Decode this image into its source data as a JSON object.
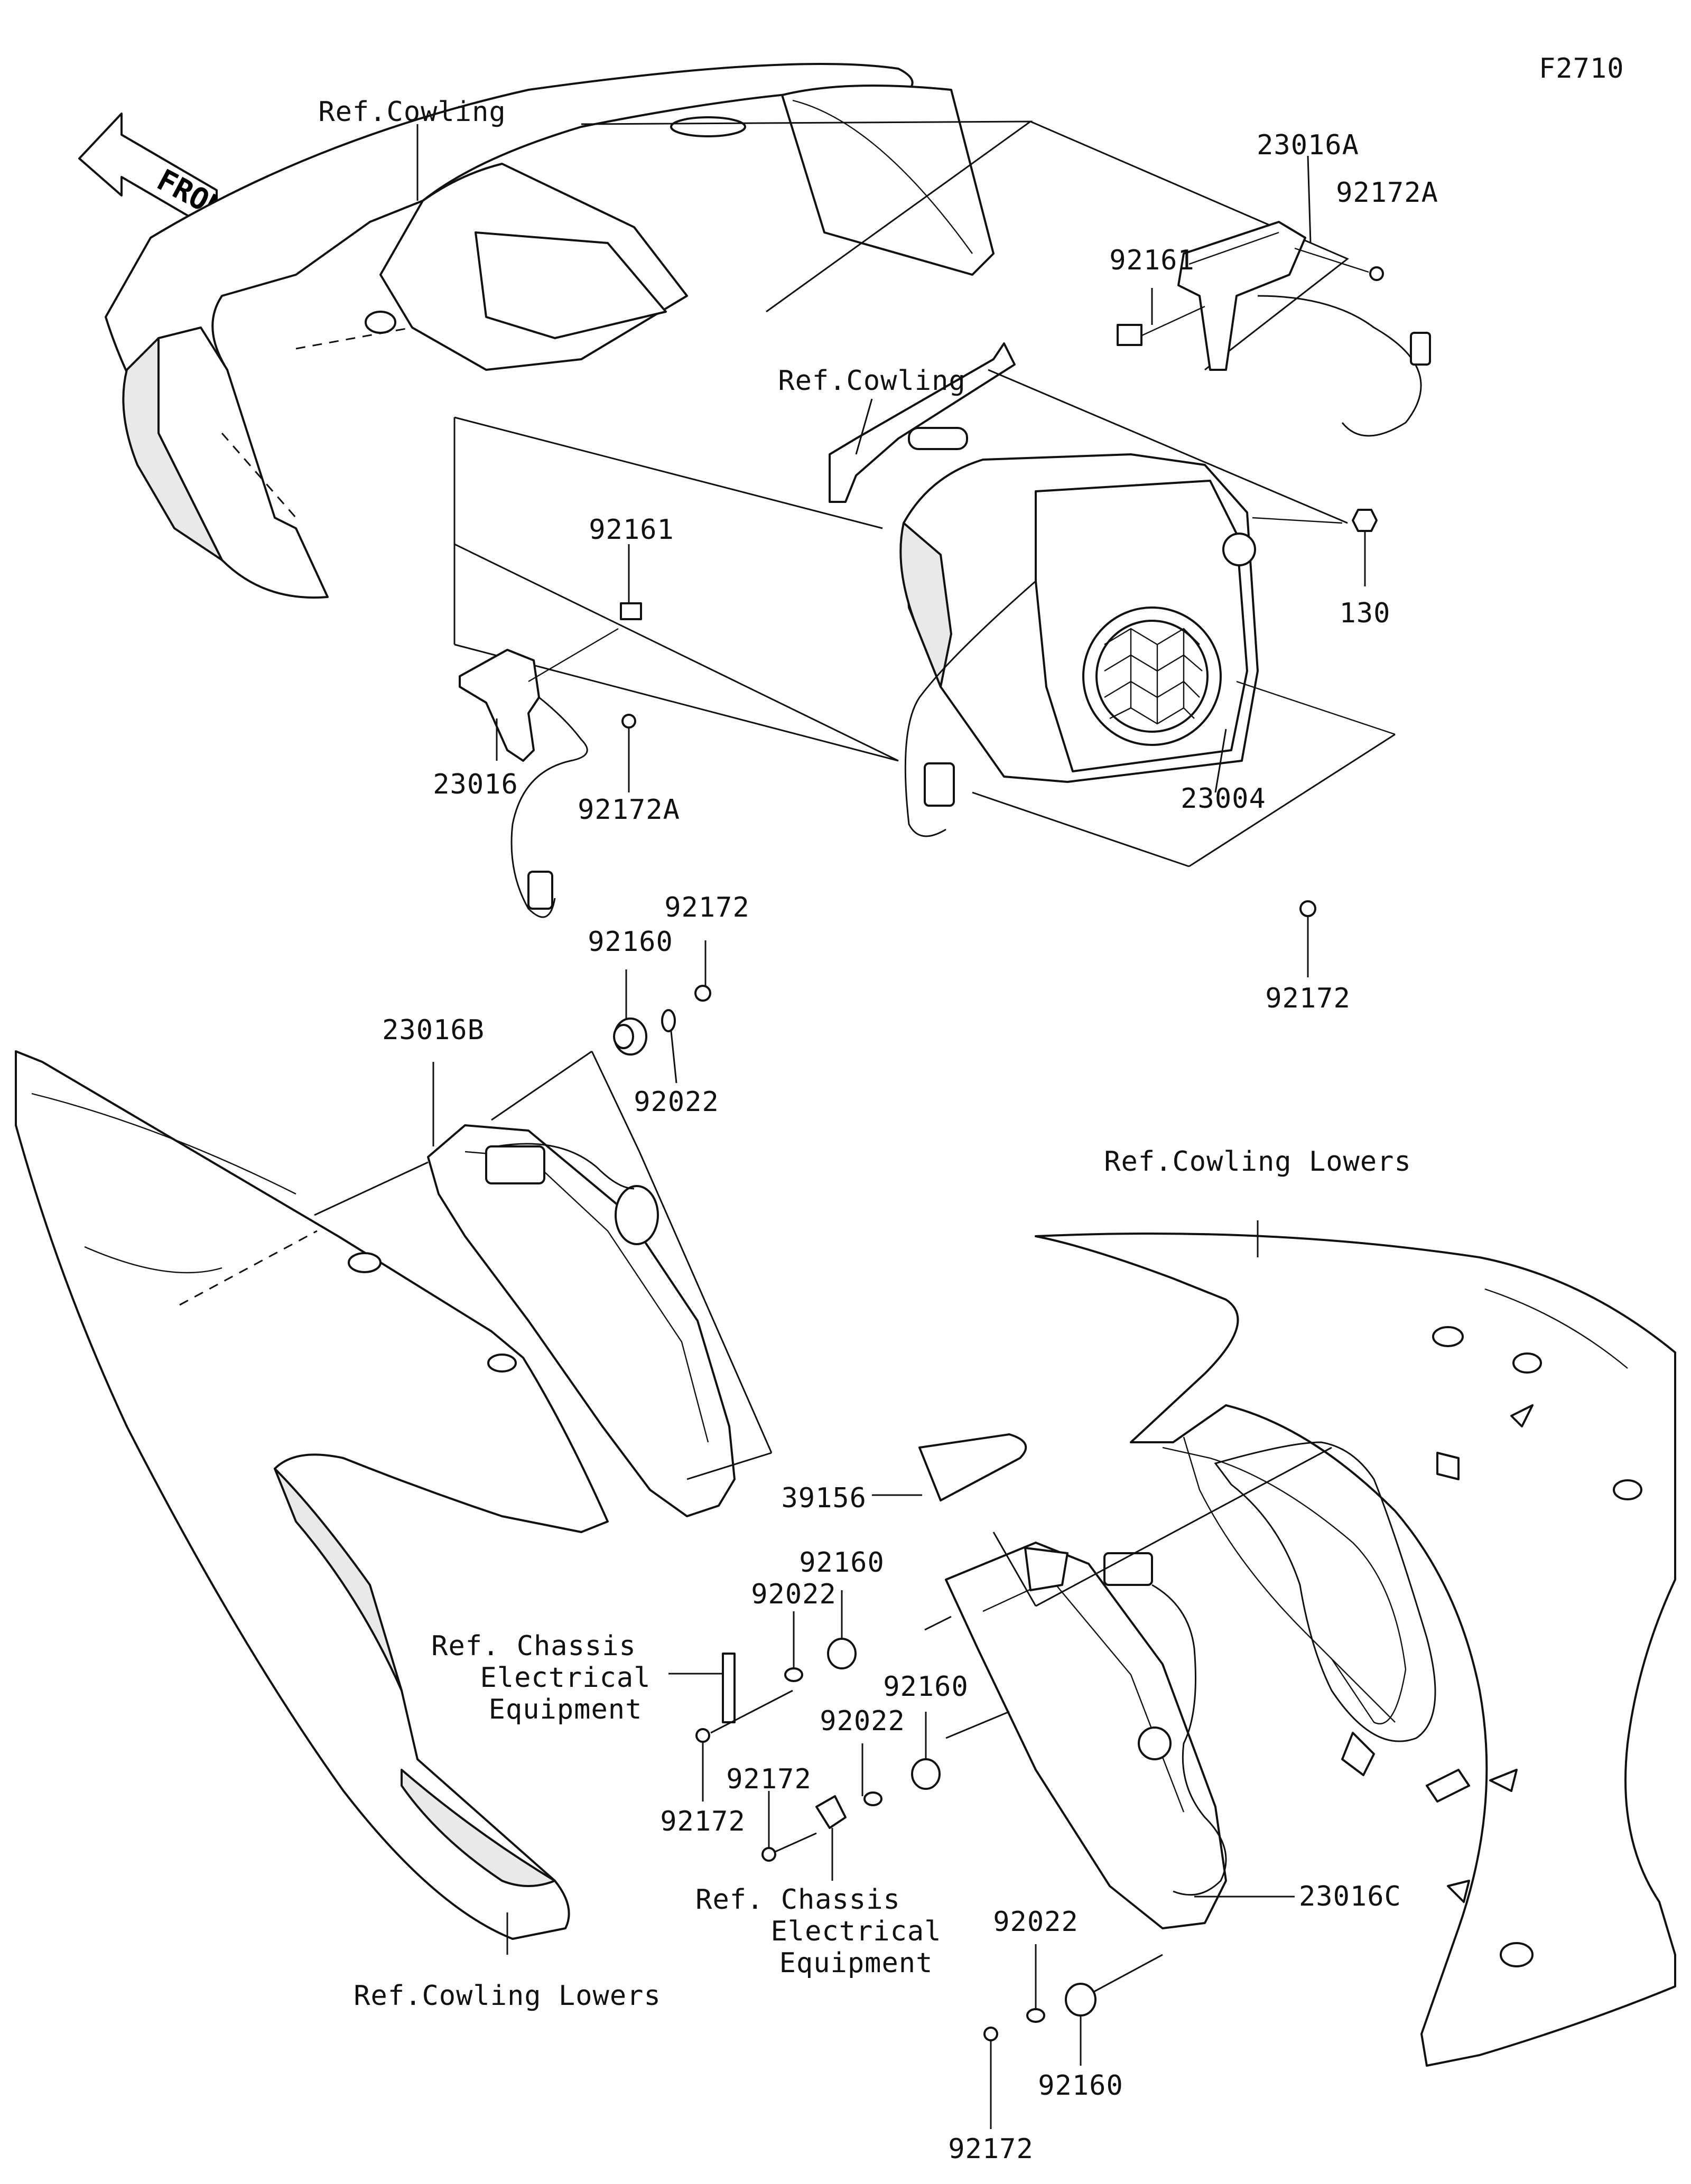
{
  "diagram_id": "F2710",
  "front_arrow": {
    "text": "FRONT"
  },
  "labels": {
    "ref_cowling_top": "Ref.Cowling",
    "ref_cowling_mid": "Ref.Cowling",
    "ref_cowling_lowers_right": "Ref.Cowling Lowers",
    "ref_cowling_lowers_left": "Ref.Cowling Lowers",
    "p23016A": "23016A",
    "p92172A_top": "92172A",
    "p92161_top": "92161",
    "p92161_mid": "92161",
    "p130": "130",
    "p23004": "23004",
    "p23016": "23016",
    "p92172A_mid": "92172A",
    "p92172_right": "92172",
    "p92172_a": "92172",
    "p92160_a": "92160",
    "p23016B": "23016B",
    "p92022_a": "92022",
    "p39156": "39156",
    "p92160_b": "92160",
    "p92022_b": "92022",
    "ref_chassis_1_l1": "Ref. Chassis",
    "ref_chassis_1_l2": "Electrical",
    "ref_chassis_1_l3": "Equipment",
    "p92172_b": "92172",
    "p92160_c": "92160",
    "p92022_c": "92022",
    "p92172_c": "92172",
    "ref_chassis_2_l1": "Ref. Chassis",
    "ref_chassis_2_l2": "Electrical",
    "ref_chassis_2_l3": "Equipment",
    "p23016C": "23016C",
    "p92022_d": "92022",
    "p92160_d": "92160",
    "p92172_d": "92172"
  }
}
